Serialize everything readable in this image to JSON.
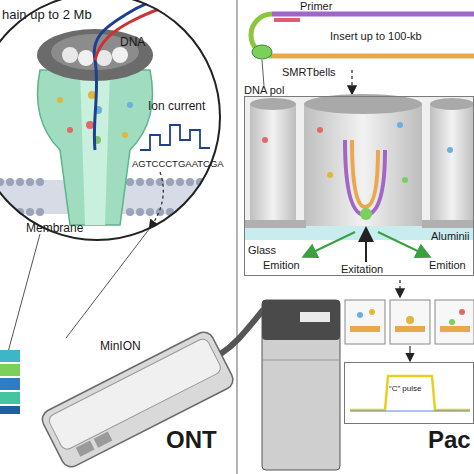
{
  "diagram": {
    "nodes": [
      {
        "text": [
          "ONT"
        ]
      },
      {
        "text": [
          "hain up to 2 Mb",
          "DNA",
          "Ion current",
          "AGTCCCTGAATCGA",
          "Membrane"
        ],
        "in": 0
      },
      {
        "text": [
          "Pac"
        ]
      },
      {
        "text": [
          "Glass",
          "Emition",
          "Exitation",
          "Aluminii",
          "Emition"
        ],
        "in": 2
      },
      {
        "text": [
          "“C” pulse"
        ],
        "in": 2
      }
    ],
    "labels": [
      "Primer",
      "Insert up to 100-kb",
      "SMRTbells",
      "DNA pol",
      "MinION"
    ]
  }
}
